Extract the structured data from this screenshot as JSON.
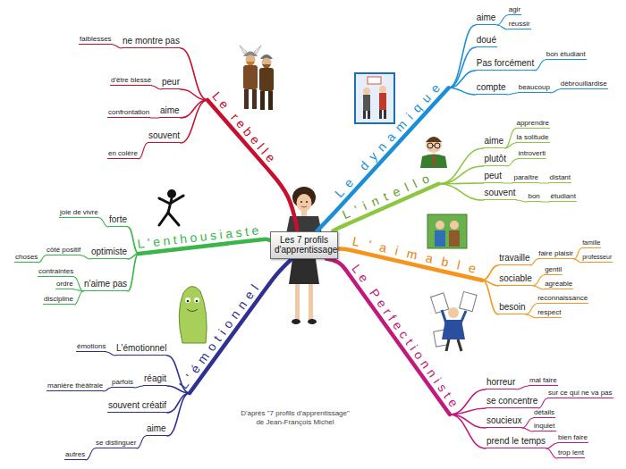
{
  "diagram": {
    "caption": "D'après \"7 profils d'apprentissage\" de Jean-François Michel",
    "nodes": [
      {
        "text": [
          "Les 7 profils d'apprentissage"
        ]
      },
      {
        "text": [
          "Le rebelle"
        ]
      },
      {
        "text": [
          "ne montre pas"
        ]
      },
      {
        "text": [
          "faiblesses"
        ]
      },
      {
        "text": [
          "peur"
        ]
      },
      {
        "text": [
          "d'être blessé"
        ]
      },
      {
        "text": [
          "aime"
        ]
      },
      {
        "text": [
          "confrontation"
        ]
      },
      {
        "text": [
          "souvent"
        ]
      },
      {
        "text": [
          "en colère"
        ]
      },
      {
        "text": [
          "Le dynamique"
        ]
      },
      {
        "text": [
          "aime"
        ]
      },
      {
        "text": [
          "agir"
        ]
      },
      {
        "text": [
          "réussir"
        ]
      },
      {
        "text": [
          "doué"
        ]
      },
      {
        "text": [
          "Pas forcément"
        ]
      },
      {
        "text": [
          "bon étudiant"
        ]
      },
      {
        "text": [
          "compte"
        ]
      },
      {
        "text": [
          "beaucoup"
        ]
      },
      {
        "text": [
          "débrouillardise"
        ]
      },
      {
        "text": [
          "L'intello"
        ]
      },
      {
        "text": [
          "aime"
        ]
      },
      {
        "text": [
          "apprendre"
        ]
      },
      {
        "text": [
          "la solitude"
        ]
      },
      {
        "text": [
          "plutôt"
        ]
      },
      {
        "text": [
          "introverti"
        ]
      },
      {
        "text": [
          "peut"
        ]
      },
      {
        "text": [
          "paraître"
        ]
      },
      {
        "text": [
          "distant"
        ]
      },
      {
        "text": [
          "souvent"
        ]
      },
      {
        "text": [
          "bon"
        ]
      },
      {
        "text": [
          "étudiant"
        ]
      },
      {
        "text": [
          "L'aimable"
        ]
      },
      {
        "text": [
          "travaille"
        ]
      },
      {
        "text": [
          "faire plaisir"
        ]
      },
      {
        "text": [
          "famille"
        ]
      },
      {
        "text": [
          "professeur"
        ]
      },
      {
        "text": [
          "sociable"
        ]
      },
      {
        "text": [
          "gentil"
        ]
      },
      {
        "text": [
          "agréable"
        ]
      },
      {
        "text": [
          "besoin"
        ]
      },
      {
        "text": [
          "reconnaissance"
        ]
      },
      {
        "text": [
          "respect"
        ]
      },
      {
        "text": [
          "Le Perfectionniste"
        ]
      },
      {
        "text": [
          "horreur"
        ]
      },
      {
        "text": [
          "mal faire"
        ]
      },
      {
        "text": [
          "se concentre"
        ]
      },
      {
        "text": [
          "sur ce qui ne va pas"
        ]
      },
      {
        "text": [
          "soucieux"
        ]
      },
      {
        "text": [
          "détails"
        ]
      },
      {
        "text": [
          "inquiet"
        ]
      },
      {
        "text": [
          "prend le temps"
        ]
      },
      {
        "text": [
          "bien faire"
        ]
      },
      {
        "text": [
          "trop lent"
        ]
      },
      {
        "text": [
          "L'émotionnel"
        ]
      },
      {
        "text": [
          "L'émotionnel"
        ]
      },
      {
        "text": [
          "émotions"
        ]
      },
      {
        "text": [
          "réagit"
        ]
      },
      {
        "text": [
          "parfois"
        ]
      },
      {
        "text": [
          "manière théâtrale"
        ]
      },
      {
        "text": [
          "souvent créatif"
        ]
      },
      {
        "text": [
          "aime"
        ]
      },
      {
        "text": [
          "se distinguer"
        ]
      },
      {
        "text": [
          "autres"
        ]
      },
      {
        "text": [
          "L'enthousiaste"
        ]
      },
      {
        "text": [
          "forte"
        ]
      },
      {
        "text": [
          "joie de vivre"
        ]
      },
      {
        "text": [
          "optimiste"
        ]
      },
      {
        "text": [
          "côté positif"
        ]
      },
      {
        "text": [
          "choses"
        ]
      },
      {
        "text": [
          "n'aime pas"
        ]
      },
      {
        "text": [
          "contraintes"
        ]
      },
      {
        "text": [
          "ordre"
        ]
      },
      {
        "text": [
          "discipline"
        ]
      }
    ],
    "edges": [
      {
        "from": 0,
        "to": 1,
        "arrow": "none"
      },
      {
        "from": 1,
        "to": 2,
        "arrow": "none"
      },
      {
        "from": 2,
        "to": 3,
        "arrow": "none"
      },
      {
        "from": 1,
        "to": 4,
        "arrow": "none"
      },
      {
        "from": 4,
        "to": 5,
        "arrow": "none"
      },
      {
        "from": 1,
        "to": 6,
        "arrow": "none"
      },
      {
        "from": 6,
        "to": 7,
        "arrow": "none"
      },
      {
        "from": 1,
        "to": 8,
        "arrow": "none"
      },
      {
        "from": 8,
        "to": 9,
        "arrow": "none"
      },
      {
        "from": 0,
        "to": 10,
        "arrow": "none"
      },
      {
        "from": 10,
        "to": 11,
        "arrow": "none"
      },
      {
        "from": 11,
        "to": 12,
        "arrow": "none"
      },
      {
        "from": 11,
        "to": 13,
        "arrow": "none"
      },
      {
        "from": 10,
        "to": 14,
        "arrow": "none"
      },
      {
        "from": 10,
        "to": 15,
        "arrow": "none"
      },
      {
        "from": 15,
        "to": 16,
        "arrow": "none"
      },
      {
        "from": 10,
        "to": 17,
        "arrow": "none"
      },
      {
        "from": 17,
        "to": 18,
        "arrow": "none"
      },
      {
        "from": 18,
        "to": 19,
        "arrow": "none"
      },
      {
        "from": 0,
        "to": 20,
        "arrow": "none"
      },
      {
        "from": 20,
        "to": 21,
        "arrow": "none"
      },
      {
        "from": 21,
        "to": 22,
        "arrow": "none"
      },
      {
        "from": 21,
        "to": 23,
        "arrow": "none"
      },
      {
        "from": 20,
        "to": 24,
        "arrow": "none"
      },
      {
        "from": 24,
        "to": 25,
        "arrow": "none"
      },
      {
        "from": 20,
        "to": 26,
        "arrow": "none"
      },
      {
        "from": 26,
        "to": 27,
        "arrow": "none"
      },
      {
        "from": 27,
        "to": 28,
        "arrow": "none"
      },
      {
        "from": 20,
        "to": 29,
        "arrow": "none"
      },
      {
        "from": 29,
        "to": 30,
        "arrow": "none"
      },
      {
        "from": 30,
        "to": 31,
        "arrow": "none"
      },
      {
        "from": 0,
        "to": 32,
        "arrow": "none"
      },
      {
        "from": 32,
        "to": 33,
        "arrow": "none"
      },
      {
        "from": 33,
        "to": 34,
        "arrow": "none"
      },
      {
        "from": 34,
        "to": 35,
        "arrow": "none"
      },
      {
        "from": 34,
        "to": 36,
        "arrow": "none"
      },
      {
        "from": 32,
        "to": 37,
        "arrow": "none"
      },
      {
        "from": 37,
        "to": 38,
        "arrow": "none"
      },
      {
        "from": 37,
        "to": 39,
        "arrow": "none"
      },
      {
        "from": 32,
        "to": 40,
        "arrow": "none"
      },
      {
        "from": 40,
        "to": 41,
        "arrow": "none"
      },
      {
        "from": 40,
        "to": 42,
        "arrow": "none"
      },
      {
        "from": 0,
        "to": 43,
        "arrow": "none"
      },
      {
        "from": 43,
        "to": 44,
        "arrow": "none"
      },
      {
        "from": 44,
        "to": 45,
        "arrow": "none"
      },
      {
        "from": 43,
        "to": 46,
        "arrow": "none"
      },
      {
        "from": 46,
        "to": 47,
        "arrow": "none"
      },
      {
        "from": 43,
        "to": 48,
        "arrow": "none"
      },
      {
        "from": 48,
        "to": 49,
        "arrow": "none"
      },
      {
        "from": 48,
        "to": 50,
        "arrow": "none"
      },
      {
        "from": 43,
        "to": 51,
        "arrow": "none"
      },
      {
        "from": 51,
        "to": 52,
        "arrow": "none"
      },
      {
        "from": 51,
        "to": 53,
        "arrow": "none"
      },
      {
        "from": 0,
        "to": 54,
        "arrow": "none"
      },
      {
        "from": 54,
        "to": 55,
        "arrow": "none"
      },
      {
        "from": 55,
        "to": 56,
        "arrow": "none"
      },
      {
        "from": 54,
        "to": 57,
        "arrow": "none"
      },
      {
        "from": 57,
        "to": 58,
        "arrow": "none"
      },
      {
        "from": 58,
        "to": 59,
        "arrow": "none"
      },
      {
        "from": 54,
        "to": 60,
        "arrow": "none"
      },
      {
        "from": 54,
        "to": 61,
        "arrow": "none"
      },
      {
        "from": 61,
        "to": 62,
        "arrow": "none"
      },
      {
        "from": 62,
        "to": 63,
        "arrow": "none"
      },
      {
        "from": 0,
        "to": 64,
        "arrow": "none"
      },
      {
        "from": 64,
        "to": 65,
        "arrow": "none"
      },
      {
        "from": 65,
        "to": 66,
        "arrow": "none"
      },
      {
        "from": 64,
        "to": 67,
        "arrow": "none"
      },
      {
        "from": 67,
        "to": 68,
        "arrow": "none"
      },
      {
        "from": 68,
        "to": 69,
        "arrow": "none"
      },
      {
        "from": 64,
        "to": 70,
        "arrow": "none"
      },
      {
        "from": 70,
        "to": 71,
        "arrow": "none"
      },
      {
        "from": 70,
        "to": 72,
        "arrow": "none"
      },
      {
        "from": 70,
        "to": 73,
        "arrow": "none"
      }
    ]
  }
}
